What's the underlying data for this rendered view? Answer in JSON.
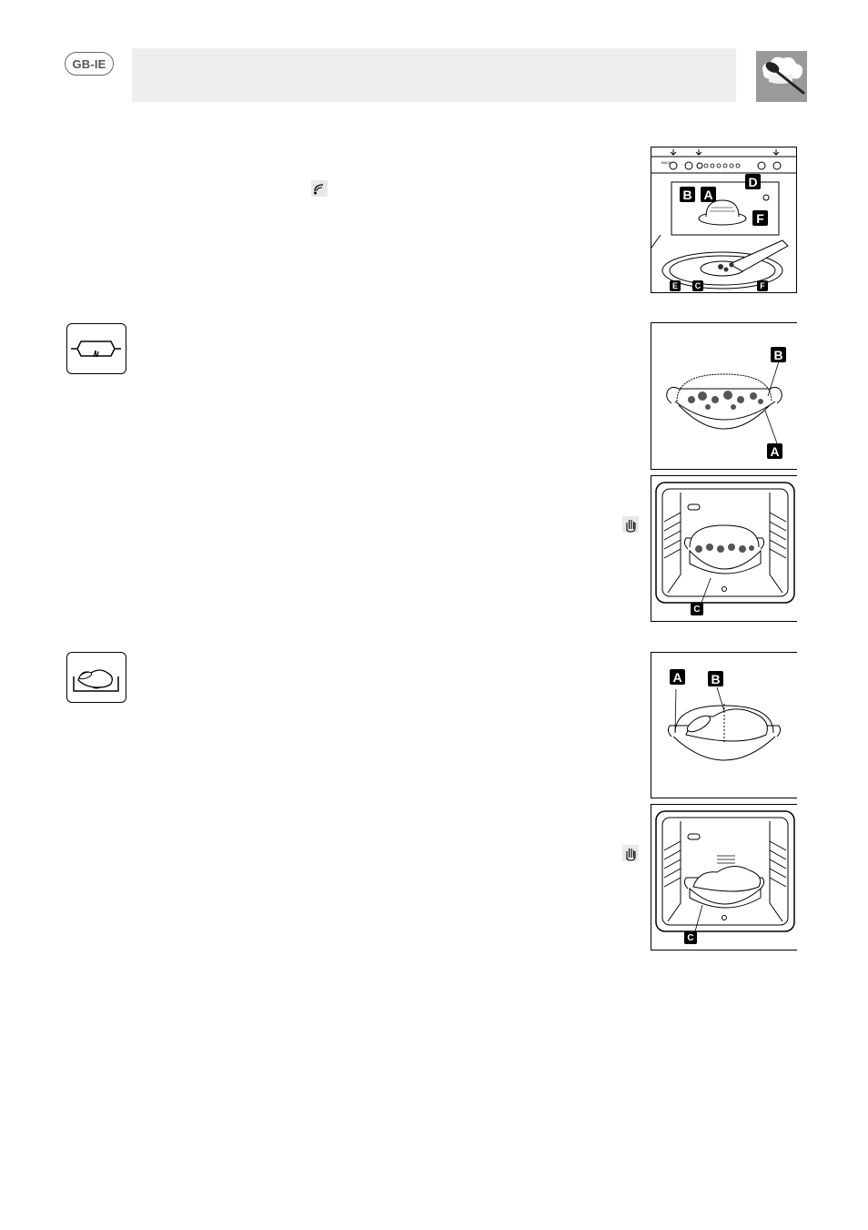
{
  "header": {
    "region_badge": "GB-IE",
    "logo_icon": "spoon-chef-hat-icon"
  },
  "figures": {
    "fig1": {
      "labels": {
        "a": "A",
        "b": "B",
        "c": "C",
        "d": "D",
        "e": "E",
        "f1": "F",
        "f2": "F"
      },
      "panel_text": "BACK"
    },
    "fig2": {
      "labels": {
        "a": "A",
        "b": "B"
      }
    },
    "fig3": {
      "labels": {
        "c": "C"
      }
    },
    "fig4": {
      "labels": {
        "a": "A",
        "b": "B"
      }
    },
    "fig5": {
      "labels": {
        "c": "C"
      }
    }
  },
  "icons": {
    "steam_icon": "steam-symbol-icon",
    "dish_vegetables": "covered-dish-icon",
    "dish_poultry": "roast-chicken-dish-icon",
    "hand_1": "hand-warning-icon",
    "hand_2": "hand-warning-icon"
  }
}
